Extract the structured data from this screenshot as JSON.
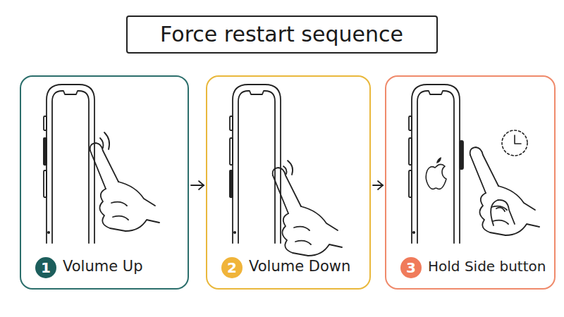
{
  "diagram": {
    "title": "Force restart sequence",
    "nodes": [
      {
        "text": [
          "Volume Up"
        ]
      },
      {
        "text": [
          "1"
        ],
        "in": 0
      },
      {
        "text": [
          "Volume Down"
        ]
      },
      {
        "text": [
          "2"
        ],
        "in": 2
      },
      {
        "text": [
          "Hold Side button"
        ]
      },
      {
        "text": [
          "3"
        ],
        "in": 4
      }
    ],
    "edges": [
      {
        "from": 0,
        "to": 2,
        "arrow": "to"
      },
      {
        "from": 2,
        "to": 4,
        "arrow": "to"
      }
    ]
  }
}
